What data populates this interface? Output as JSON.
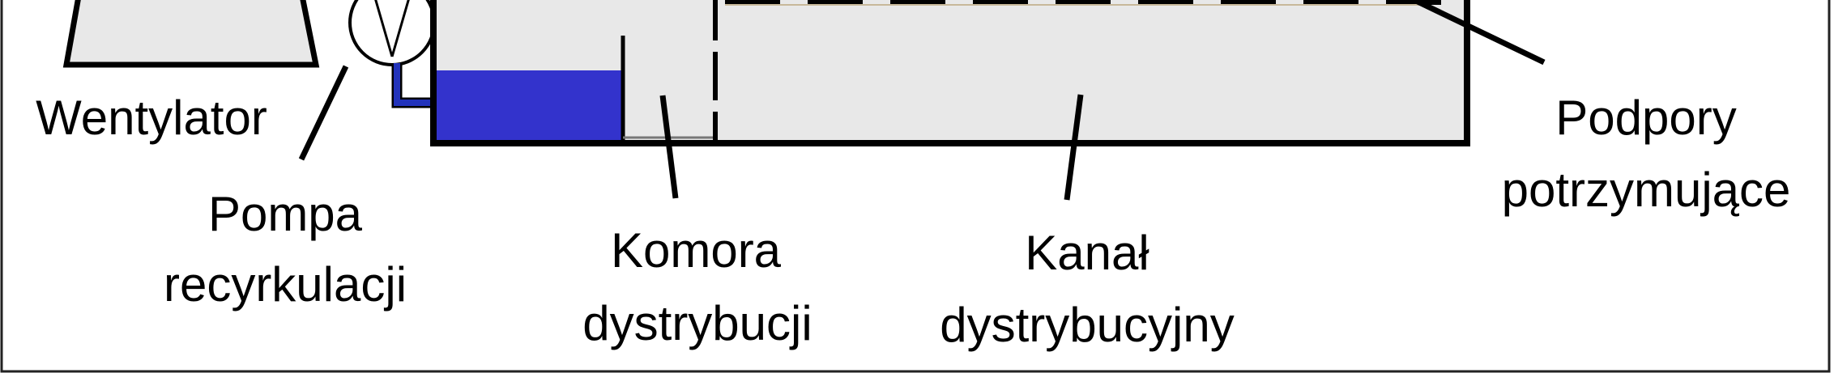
{
  "labels": {
    "fan": "Wentylator",
    "pump_line1": "Pompa",
    "pump_line2": "recyrkulacji",
    "chamber_line1": "Komora",
    "chamber_line2": "dystrybucji",
    "channel_line1": "Kanał",
    "channel_line2": "dystrybucyjny",
    "supports_line1": "Podpory",
    "supports_line2": "potrzymujące"
  },
  "colors": {
    "outline": "#000000",
    "fill_light": "#e8e8e8",
    "water": "#3333cc",
    "pipe": "#2233bb",
    "pump_body": "#ffffff"
  }
}
